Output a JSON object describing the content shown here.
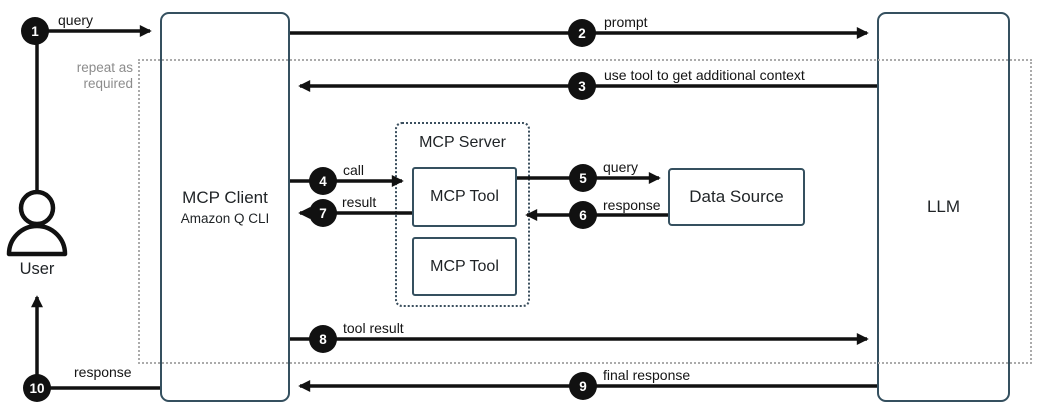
{
  "actors": {
    "user": {
      "label": "User"
    },
    "mcp_client": {
      "title": "MCP Client",
      "subtitle": "Amazon Q CLI"
    },
    "mcp_server": {
      "title": "MCP Server",
      "tools": [
        "MCP Tool",
        "MCP Tool"
      ]
    },
    "data_source": {
      "label": "Data Source"
    },
    "llm": {
      "label": "LLM"
    }
  },
  "loop": {
    "line1": "repeat as",
    "line2": "required"
  },
  "flows": [
    {
      "num": "1",
      "label": "query"
    },
    {
      "num": "2",
      "label": "prompt"
    },
    {
      "num": "3",
      "label": "use tool to get additional context"
    },
    {
      "num": "4",
      "label": "call"
    },
    {
      "num": "5",
      "label": "query"
    },
    {
      "num": "6",
      "label": "response"
    },
    {
      "num": "7",
      "label": "result"
    },
    {
      "num": "8",
      "label": "tool result"
    },
    {
      "num": "9",
      "label": "final response"
    },
    {
      "num": "10",
      "label": "response"
    }
  ],
  "colors": {
    "box_border": "#35505f",
    "server_border": "#3b4f5e",
    "loop_border": "#ababab",
    "loop_label": "#8c8c8c",
    "arrow": "#111111",
    "badge_bg": "#111111",
    "badge_text": "#ffffff"
  }
}
